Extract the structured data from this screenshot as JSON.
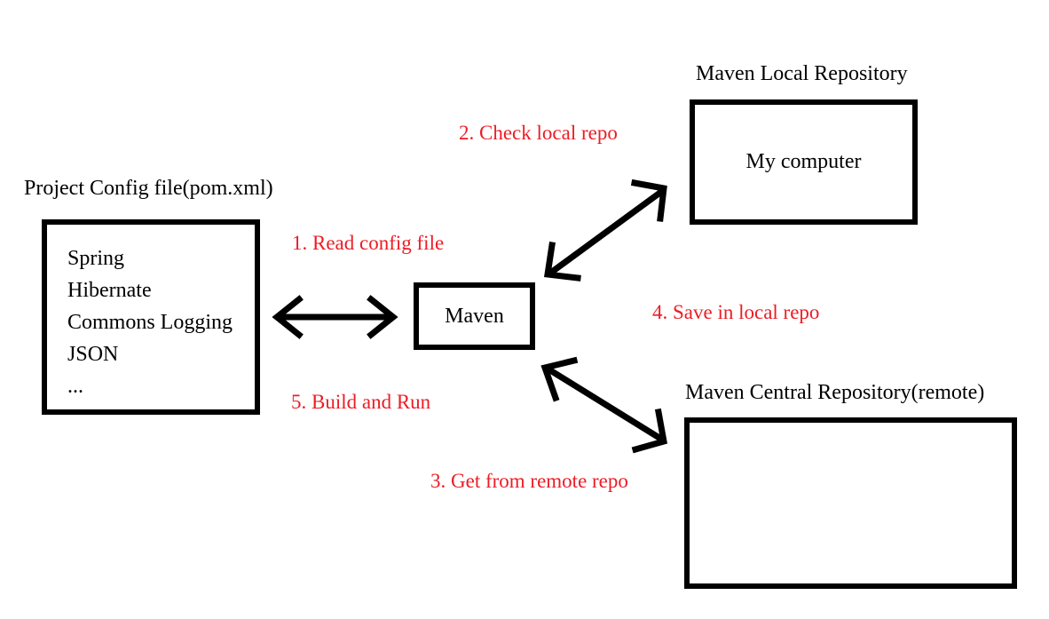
{
  "colors": {
    "accent_red": "#ed1c24",
    "ink": "#000000",
    "background": "#ffffff"
  },
  "project_box": {
    "title": "Project Config file(pom.xml)",
    "items": [
      "Spring",
      "Hibernate",
      "Commons Logging",
      "JSON",
      "..."
    ]
  },
  "maven_box": {
    "label": "Maven"
  },
  "local_repo": {
    "title": "Maven Local Repository",
    "label": "My computer"
  },
  "central_repo": {
    "title": "Maven Central Repository(remote)"
  },
  "steps": {
    "step1": "1. Read config file",
    "step2": "2. Check local repo",
    "step3": "3. Get from remote repo",
    "step4": "4. Save in local repo",
    "step5": "5. Build and Run"
  }
}
